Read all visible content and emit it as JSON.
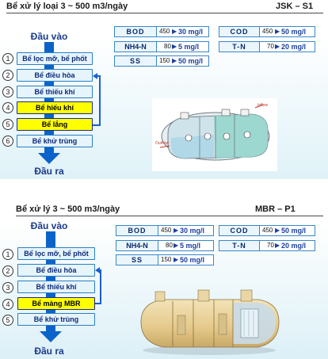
{
  "sections": [
    {
      "title": "Bể xử lý loại 3 ~ 500 m3/ngày",
      "model": "JSK – S1",
      "input_label": "Đầu vào",
      "output_label": "Đầu ra",
      "steps": [
        {
          "num": "1",
          "label": "Bể lọc mỡ, bể phốt",
          "highlight": false
        },
        {
          "num": "2",
          "label": "Bể điều hòa",
          "highlight": false
        },
        {
          "num": "3",
          "label": "Bể thiếu khí",
          "highlight": false
        },
        {
          "num": "4",
          "label": "Bể hiếu khí",
          "highlight": true
        },
        {
          "num": "5",
          "label": "Bể lắng",
          "highlight": true
        },
        {
          "num": "6",
          "label": "Bể khử trùng",
          "highlight": false
        }
      ],
      "params": [
        {
          "name": "BOD",
          "before": "450",
          "after": "30 mg/l"
        },
        {
          "name": "COD",
          "before": "450",
          "after": "50 mg/l"
        },
        {
          "name": "NH4-N",
          "before": "80",
          "after": "5 mg/l"
        },
        {
          "name": "T-N",
          "before": "70",
          "after": "20 mg/l"
        },
        {
          "name": "SS",
          "before": "150",
          "after": "50 mg/l"
        }
      ],
      "diagram_labels": {
        "inflow": "Inflow",
        "outflow": "Outflow"
      }
    },
    {
      "title": "Bể xử lý 3 ~ 500 m3/ngày",
      "model": "MBR – P1",
      "input_label": "Đầu vào",
      "output_label": "Đầu ra",
      "steps": [
        {
          "num": "1",
          "label": "Bể lọc mỡ, bể phốt",
          "highlight": false
        },
        {
          "num": "2",
          "label": "Bể điều hòa",
          "highlight": false
        },
        {
          "num": "3",
          "label": "Bể thiếu khí",
          "highlight": false
        },
        {
          "num": "4",
          "label": "Bể màng MBR",
          "highlight": true
        },
        {
          "num": "5",
          "label": "Bể khử trùng",
          "highlight": false
        }
      ],
      "params": [
        {
          "name": "BOD",
          "before": "450",
          "after": "30 mg/l"
        },
        {
          "name": "COD",
          "before": "450",
          "after": "50 mg/l"
        },
        {
          "name": "NH4-N",
          "before": "80",
          "after": "5 mg/l"
        },
        {
          "name": "T-N",
          "before": "70",
          "after": "20 mg/l"
        },
        {
          "name": "SS",
          "before": "150",
          "after": "50 mg/l"
        }
      ]
    }
  ],
  "colors": {
    "arrow": "#0b63c9",
    "highlight": "#ffff00",
    "step_bg": "#e6f4fb",
    "accent_text": "#1a3fa0"
  }
}
